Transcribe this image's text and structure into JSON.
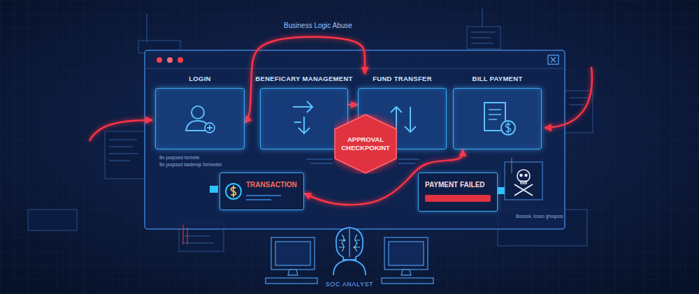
{
  "diagram": {
    "title": "Business Logic Abuse",
    "nodes": [
      {
        "text": [
          "LOGIN"
        ]
      },
      {
        "text": [
          "BENEFICARY MANAGEMENT"
        ]
      },
      {
        "text": [
          "FUND TRANSFER"
        ]
      },
      {
        "text": [
          "BILL PAYMENT"
        ]
      },
      {
        "text": [
          "APPROVAL CHECKPOKINT"
        ]
      },
      {
        "text": [
          "TRANSACTION"
        ]
      },
      {
        "text": [
          "PAYMENT FAILED"
        ]
      },
      {
        "text": [
          "SOC ANALYST"
        ]
      }
    ],
    "edges": [
      {
        "from": 0,
        "to": 2,
        "arrow": "both"
      },
      {
        "from": 1,
        "to": 2,
        "arrow": "to"
      },
      {
        "from": 5,
        "to": 3,
        "arrow": "both"
      }
    ],
    "labels": [
      "Bx poqssed formele",
      "Bx poqsssd badenqs formedes",
      "Bosook, lcooo ghoqoos"
    ]
  }
}
